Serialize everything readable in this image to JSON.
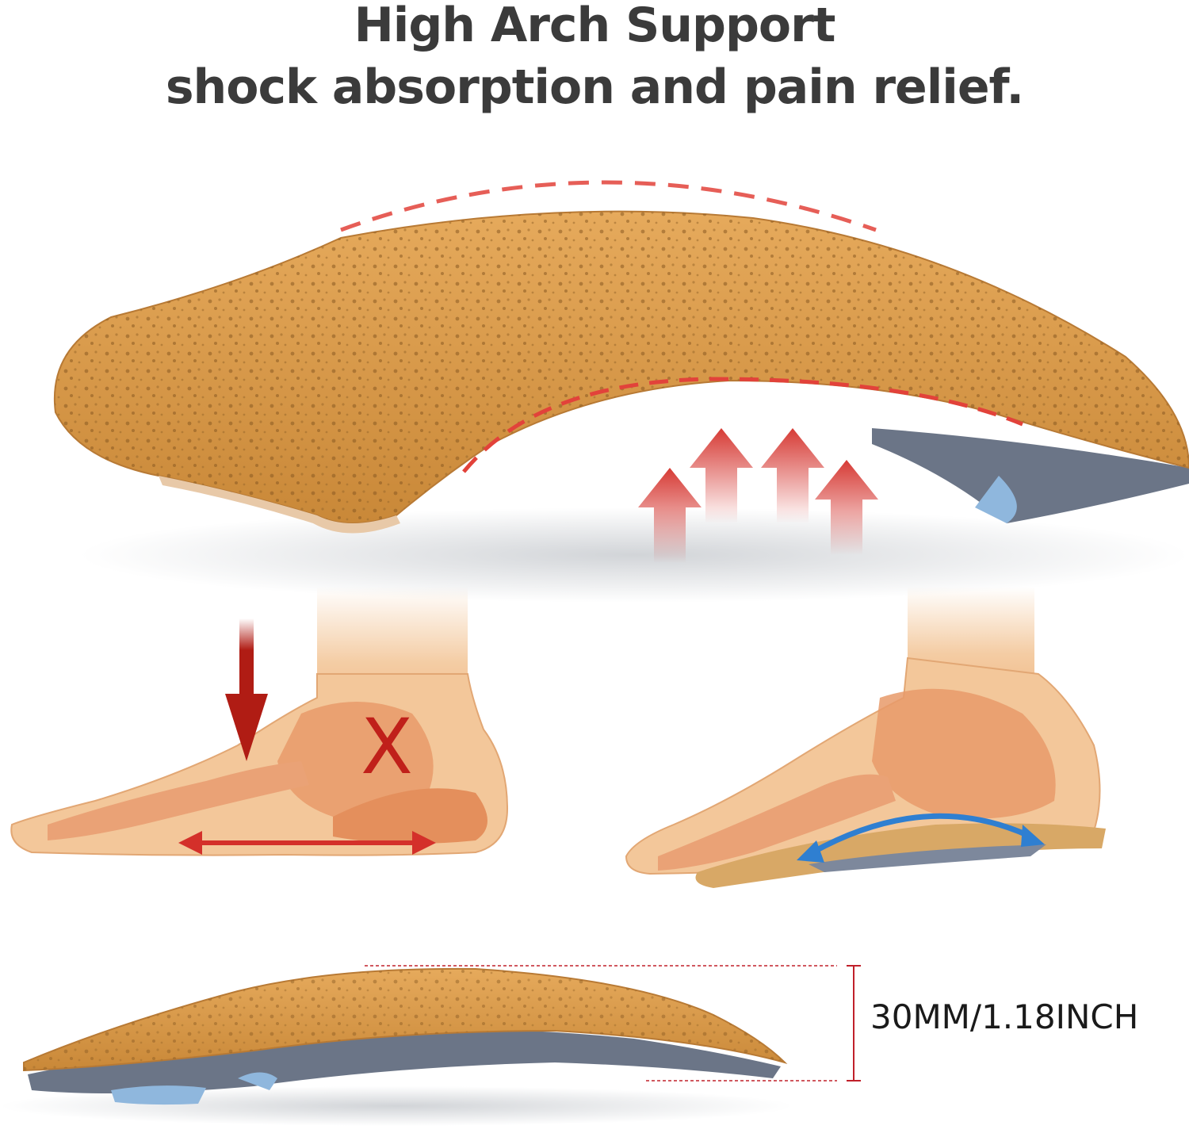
{
  "headline": {
    "line1": "High Arch  Support",
    "line2": "shock absorption and pain relief."
  },
  "measurement": {
    "label": "30MM/1.18INCH"
  },
  "marks": {
    "flat_foot_cross": "X"
  },
  "colors": {
    "heading_text": "#3b3b3b",
    "leather": "#d99a4e",
    "leather_dark": "#b87a35",
    "base_layer": "#6b7587",
    "heel_pad": "#8fb7dd",
    "dashed_guide": "#e2423a",
    "force_arrow": "#d4302a",
    "support_arrow": "#2f7fd1",
    "skin": "#f3c79a",
    "bone": "#e89a6a",
    "measure_line": "#c0202a"
  },
  "icons": {
    "up_arrows": "arrow-up-icon",
    "down_arrow": "arrow-down-icon",
    "double_arrow_red": "double-arrow-icon",
    "double_arrow_blue": "curved-double-arrow-icon"
  }
}
